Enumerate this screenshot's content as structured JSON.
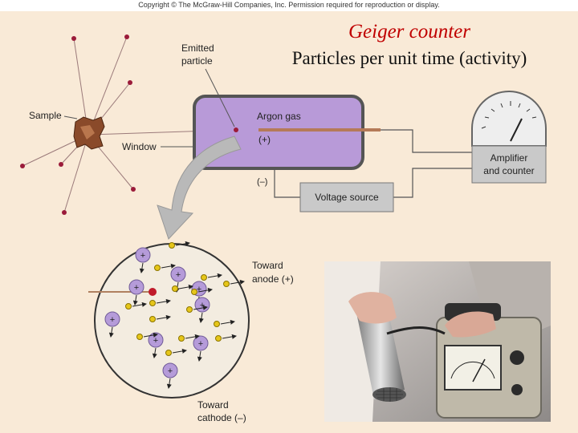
{
  "copyright": "Copyright © The McGraw-Hill Companies, Inc. Permission required for reproduction or display.",
  "title": "Geiger counter",
  "subtitle": "Particles per unit time (activity)",
  "labels": {
    "emitted_line1": "Emitted",
    "emitted_line2": "particle",
    "sample": "Sample",
    "window": "Window",
    "argon": "Argon gas",
    "plus_terminal": "(+)",
    "minus_terminal": "(–)",
    "voltage": "Voltage source",
    "amplifier_line1": "Amplifier",
    "amplifier_line2": "and counter",
    "anode_line1": "Toward",
    "anode_line2": "anode (+)",
    "cathode_line1": "Toward",
    "cathode_line2": "cathode (–)"
  },
  "colors": {
    "title": "#c00000",
    "tube": "#b89ad8",
    "ion": "#b59bd9",
    "particle": "#9b1b3a",
    "arrow": "#b9b9b9"
  },
  "icons": {
    "photo": "geiger-counter-photo-icon"
  }
}
